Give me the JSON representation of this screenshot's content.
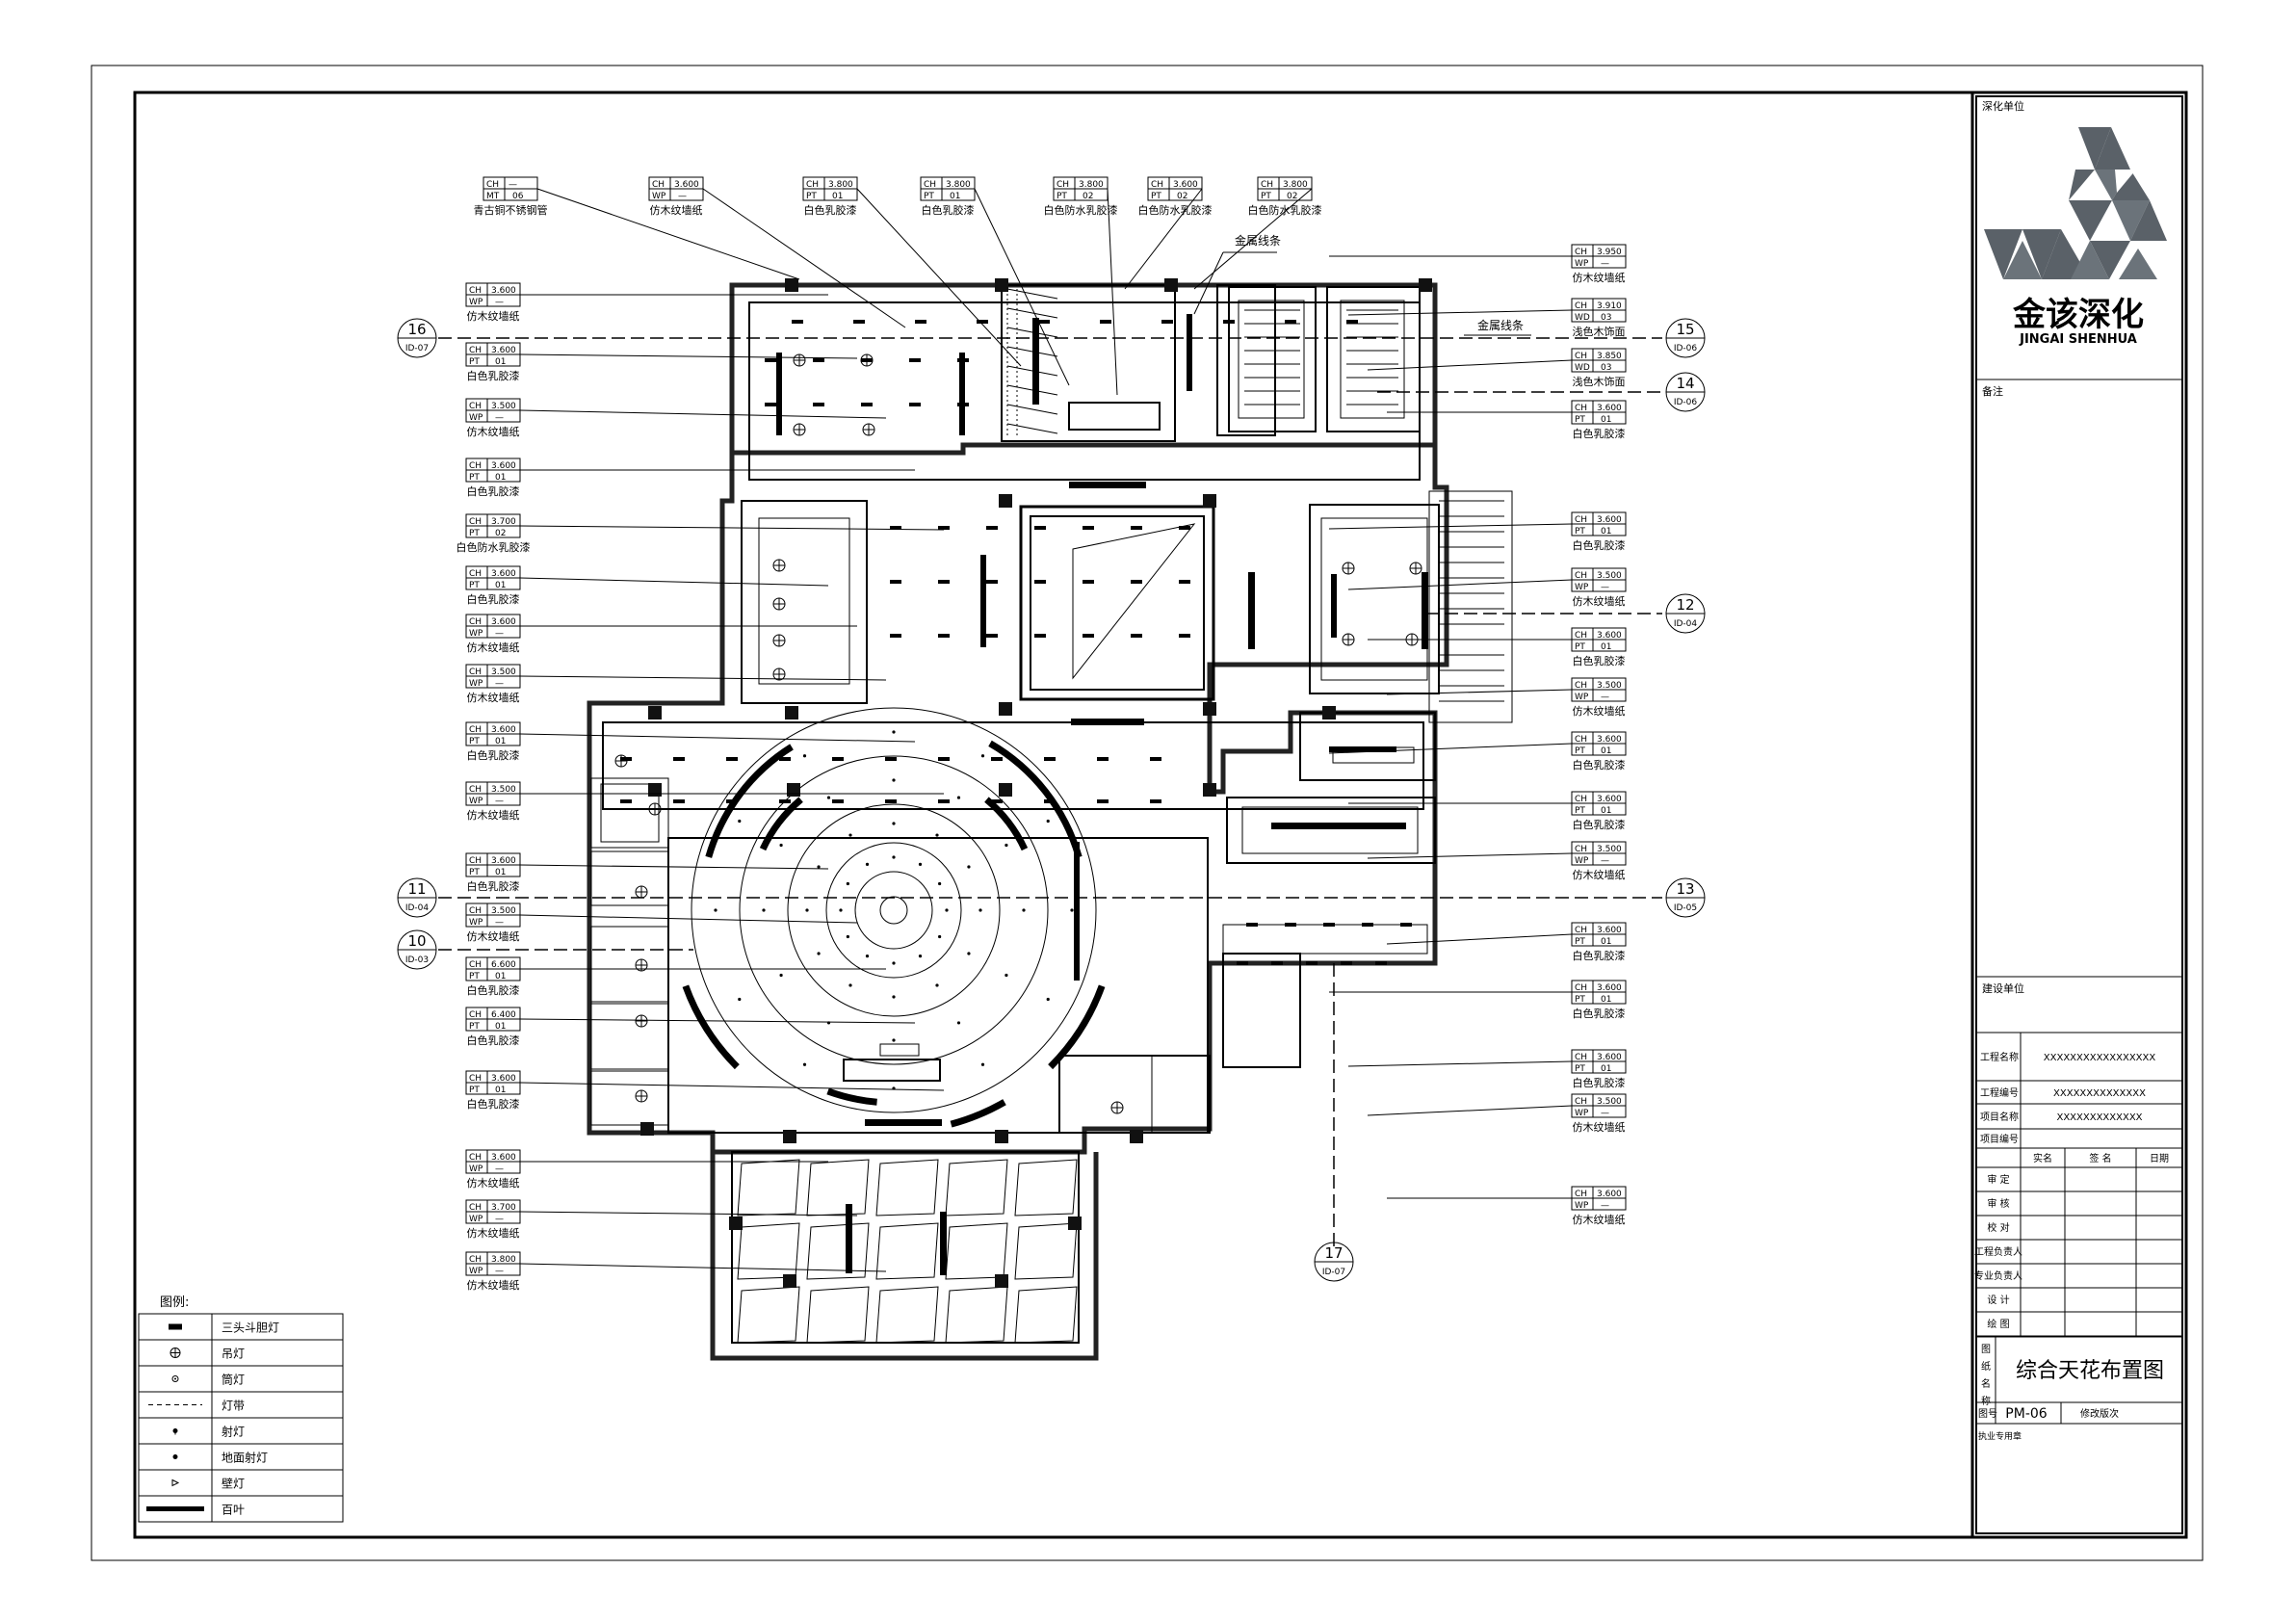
{
  "drawing": {
    "title": "综合天花布置图",
    "sheet_number": "PM-06",
    "revision_label": "修改版次"
  },
  "title_block": {
    "design_unit_label": "深化单位",
    "company_cn": "金该深化",
    "company_en": "JINGAI SHENHUA",
    "remarks_label": "备注",
    "client_label": "建设单位",
    "project_name_label": "工程名称",
    "project_name_value": "XXXXXXXXXXXXXXXXX",
    "project_no_label": "工程编号",
    "project_no_value": "XXXXXXXXXXXXXX",
    "item_name_label": "项目名称",
    "item_name_value": "XXXXXXXXXXXXX",
    "item_no_label": "项目编号",
    "col_real_name": "实名",
    "col_signature": "签 名",
    "col_date": "日期",
    "roles": [
      "审 定",
      "审 核",
      "校 对",
      "工程负责人",
      "专业负责人",
      "设 计",
      "绘 图"
    ],
    "drawing_name_label": "图纸名称",
    "drawing_no_label": "图号",
    "seal_label": "执业专用章"
  },
  "legend": {
    "title": "图例:",
    "items": [
      {
        "symbol": "triple-spotlight",
        "label": "三头斗胆灯"
      },
      {
        "symbol": "pendant-light",
        "label": "吊灯"
      },
      {
        "symbol": "downlight",
        "label": "筒灯"
      },
      {
        "symbol": "light-strip",
        "label": "灯带"
      },
      {
        "symbol": "spotlight",
        "label": "射灯"
      },
      {
        "symbol": "floor-spot",
        "label": "地面射灯"
      },
      {
        "symbol": "wall-lamp",
        "label": "壁灯"
      },
      {
        "symbol": "louver",
        "label": "百叶"
      }
    ]
  },
  "tags_top": [
    {
      "l1": "CH",
      "v1": "—",
      "l2": "MT",
      "v2": "06",
      "desc": "青古铜不锈钢管"
    },
    {
      "l1": "CH",
      "v1": "3.600",
      "l2": "WP",
      "v2": "—",
      "desc": "仿木纹墙纸"
    },
    {
      "l1": "CH",
      "v1": "3.800",
      "l2": "PT",
      "v2": "01",
      "desc": "白色乳胶漆"
    },
    {
      "l1": "CH",
      "v1": "3.800",
      "l2": "PT",
      "v2": "01",
      "desc": "白色乳胶漆"
    },
    {
      "l1": "CH",
      "v1": "3.800",
      "l2": "PT",
      "v2": "02",
      "desc": "白色防水乳胶漆"
    },
    {
      "l1": "CH",
      "v1": "3.600",
      "l2": "PT",
      "v2": "02",
      "desc": "白色防水乳胶漆"
    },
    {
      "l1": "CH",
      "v1": "3.800",
      "l2": "PT",
      "v2": "02",
      "desc": "白色防水乳胶漆"
    }
  ],
  "tags_left": [
    {
      "l1": "CH",
      "v1": "3.600",
      "l2": "WP",
      "v2": "—",
      "desc": "仿木纹墙纸"
    },
    {
      "l1": "CH",
      "v1": "3.600",
      "l2": "PT",
      "v2": "01",
      "desc": "白色乳胶漆"
    },
    {
      "l1": "CH",
      "v1": "3.500",
      "l2": "WP",
      "v2": "—",
      "desc": "仿木纹墙纸"
    },
    {
      "l1": "CH",
      "v1": "3.600",
      "l2": "PT",
      "v2": "01",
      "desc": "白色乳胶漆"
    },
    {
      "l1": "CH",
      "v1": "3.700",
      "l2": "PT",
      "v2": "02",
      "desc": "白色防水乳胶漆"
    },
    {
      "l1": "CH",
      "v1": "3.600",
      "l2": "PT",
      "v2": "01",
      "desc": "白色乳胶漆"
    },
    {
      "l1": "CH",
      "v1": "3.600",
      "l2": "WP",
      "v2": "—",
      "desc": "仿木纹墙纸"
    },
    {
      "l1": "CH",
      "v1": "3.500",
      "l2": "WP",
      "v2": "—",
      "desc": "仿木纹墙纸"
    },
    {
      "l1": "CH",
      "v1": "3.600",
      "l2": "PT",
      "v2": "01",
      "desc": "白色乳胶漆"
    },
    {
      "l1": "CH",
      "v1": "3.500",
      "l2": "WP",
      "v2": "—",
      "desc": "仿木纹墙纸"
    },
    {
      "l1": "CH",
      "v1": "3.600",
      "l2": "PT",
      "v2": "01",
      "desc": "白色乳胶漆"
    },
    {
      "l1": "CH",
      "v1": "3.500",
      "l2": "WP",
      "v2": "—",
      "desc": "仿木纹墙纸"
    },
    {
      "l1": "CH",
      "v1": "6.600",
      "l2": "PT",
      "v2": "01",
      "desc": "白色乳胶漆"
    },
    {
      "l1": "CH",
      "v1": "6.400",
      "l2": "PT",
      "v2": "01",
      "desc": "白色乳胶漆"
    },
    {
      "l1": "CH",
      "v1": "3.600",
      "l2": "PT",
      "v2": "01",
      "desc": "白色乳胶漆"
    },
    {
      "l1": "CH",
      "v1": "3.600",
      "l2": "WP",
      "v2": "—",
      "desc": "仿木纹墙纸"
    },
    {
      "l1": "CH",
      "v1": "3.700",
      "l2": "WP",
      "v2": "—",
      "desc": "仿木纹墙纸"
    },
    {
      "l1": "CH",
      "v1": "3.800",
      "l2": "WP",
      "v2": "—",
      "desc": "仿木纹墙纸"
    }
  ],
  "tags_right": [
    {
      "l1": "CH",
      "v1": "3.950",
      "l2": "WP",
      "v2": "—",
      "desc": "仿木纹墙纸"
    },
    {
      "l1": "CH",
      "v1": "3.910",
      "l2": "WD",
      "v2": "03",
      "desc": "浅色木饰面"
    },
    {
      "l1": "CH",
      "v1": "3.850",
      "l2": "WD",
      "v2": "03",
      "desc": "浅色木饰面"
    },
    {
      "l1": "CH",
      "v1": "3.600",
      "l2": "PT",
      "v2": "01",
      "desc": "白色乳胶漆"
    },
    {
      "l1": "CH",
      "v1": "3.600",
      "l2": "PT",
      "v2": "01",
      "desc": "白色乳胶漆"
    },
    {
      "l1": "CH",
      "v1": "3.500",
      "l2": "WP",
      "v2": "—",
      "desc": "仿木纹墙纸"
    },
    {
      "l1": "CH",
      "v1": "3.600",
      "l2": "PT",
      "v2": "01",
      "desc": "白色乳胶漆"
    },
    {
      "l1": "CH",
      "v1": "3.500",
      "l2": "WP",
      "v2": "—",
      "desc": "仿木纹墙纸"
    },
    {
      "l1": "CH",
      "v1": "3.600",
      "l2": "PT",
      "v2": "01",
      "desc": "白色乳胶漆"
    },
    {
      "l1": "CH",
      "v1": "3.600",
      "l2": "PT",
      "v2": "01",
      "desc": "白色乳胶漆"
    },
    {
      "l1": "CH",
      "v1": "3.500",
      "l2": "WP",
      "v2": "—",
      "desc": "仿木纹墙纸"
    },
    {
      "l1": "CH",
      "v1": "3.600",
      "l2": "PT",
      "v2": "01",
      "desc": "白色乳胶漆"
    },
    {
      "l1": "CH",
      "v1": "3.600",
      "l2": "PT",
      "v2": "01",
      "desc": "白色乳胶漆"
    },
    {
      "l1": "CH",
      "v1": "3.600",
      "l2": "PT",
      "v2": "01",
      "desc": "白色乳胶漆"
    },
    {
      "l1": "CH",
      "v1": "3.500",
      "l2": "WP",
      "v2": "—",
      "desc": "仿木纹墙纸"
    },
    {
      "l1": "CH",
      "v1": "3.600",
      "l2": "WP",
      "v2": "—",
      "desc": "仿木纹墙纸"
    }
  ],
  "annotations": {
    "metal_strip_1": "金属线条",
    "metal_strip_2": "金属线条"
  },
  "section_markers": [
    {
      "num": "16",
      "ref": "ID-07"
    },
    {
      "num": "15",
      "ref": "ID-06"
    },
    {
      "num": "14",
      "ref": "ID-06"
    },
    {
      "num": "12",
      "ref": "ID-04"
    },
    {
      "num": "11",
      "ref": "ID-04"
    },
    {
      "num": "13",
      "ref": "ID-05"
    },
    {
      "num": "10",
      "ref": "ID-03"
    },
    {
      "num": "17",
      "ref": "ID-07"
    }
  ]
}
